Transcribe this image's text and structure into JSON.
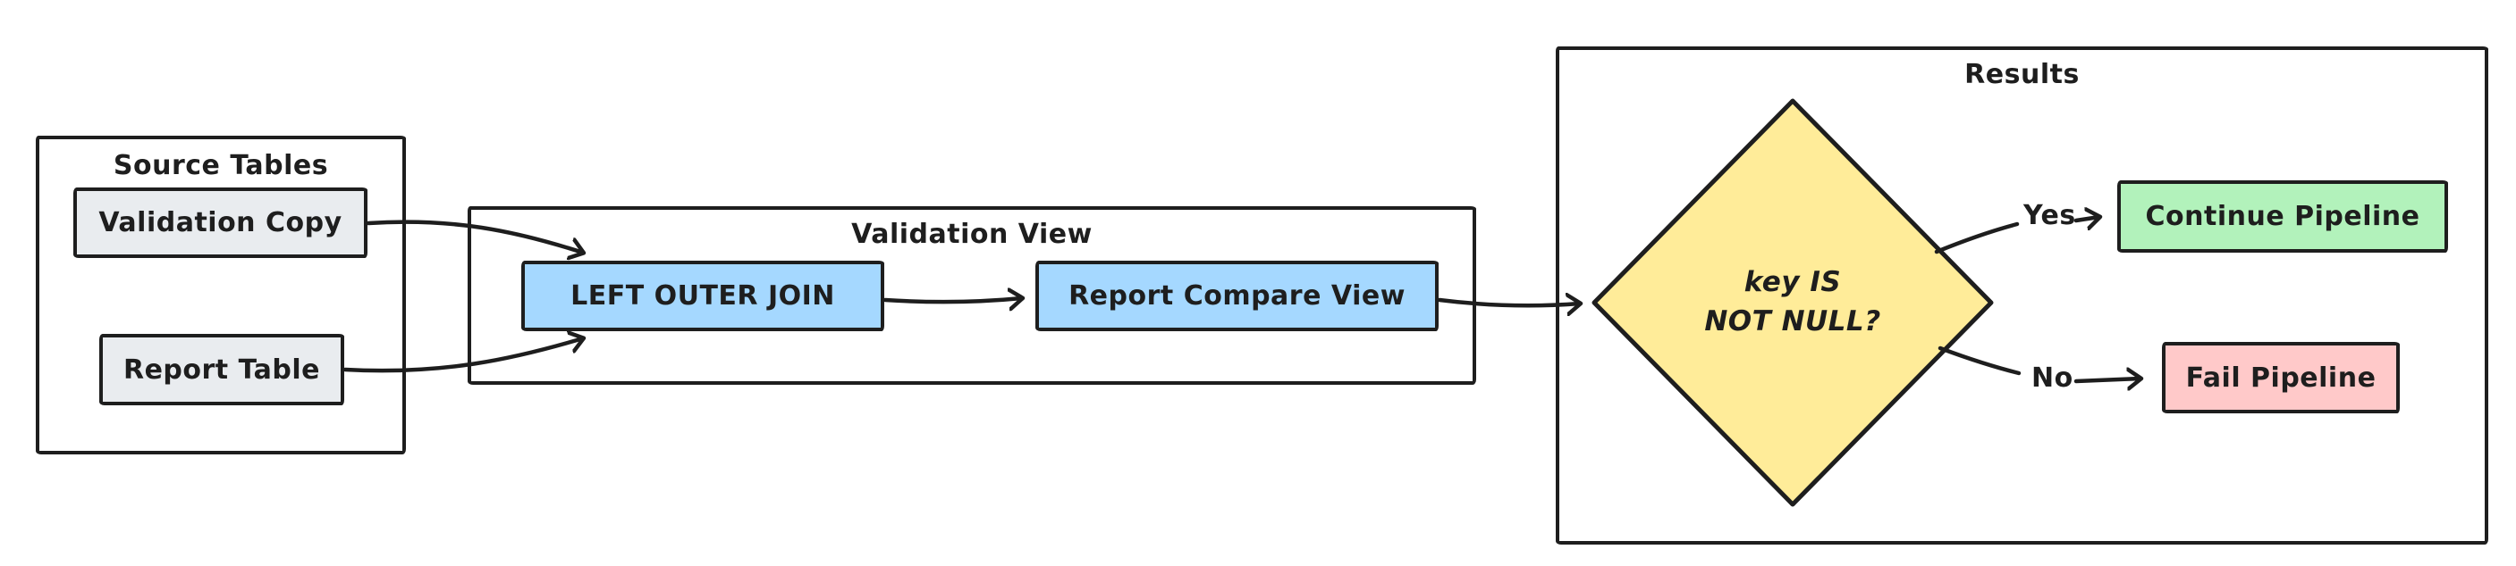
{
  "colors": {
    "stroke": "#1e1e1e",
    "background": "#ffffff",
    "box_gray": "#e9ecef",
    "box_blue": "#a5d8ff",
    "box_green": "#b2f2bb",
    "box_red": "#ffc9c9",
    "diamond_yellow": "#ffec99"
  },
  "groups": {
    "source_tables": {
      "title": "Source Tables"
    },
    "validation_view": {
      "title": "Validation View"
    },
    "results": {
      "title": "Results"
    }
  },
  "nodes": {
    "validation_copy": {
      "label": "Validation Copy"
    },
    "report_table": {
      "label": "Report Table"
    },
    "left_outer_join": {
      "label": "LEFT OUTER JOIN"
    },
    "report_compare_view": {
      "label": "Report Compare View"
    },
    "decision": {
      "line1": "key IS",
      "line2": "NOT NULL?"
    },
    "continue_pipeline": {
      "label": "Continue Pipeline"
    },
    "fail_pipeline": {
      "label": "Fail Pipeline"
    }
  },
  "edge_labels": {
    "yes": "Yes",
    "no": "No"
  }
}
